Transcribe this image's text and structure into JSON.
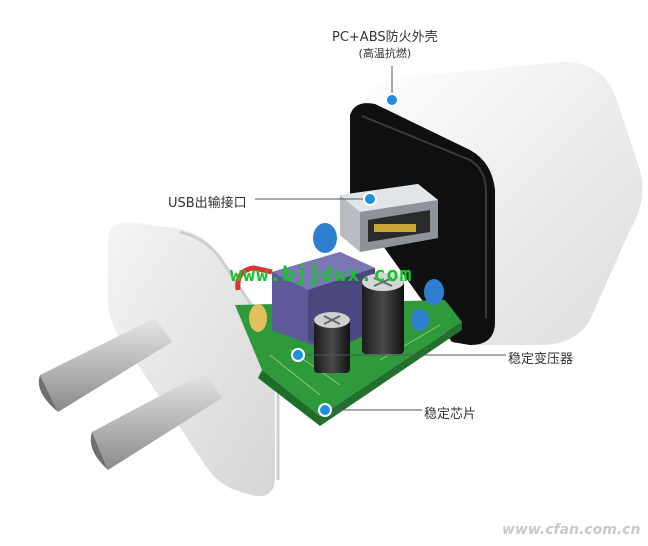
{
  "labels": {
    "shell_line1": "PC+ABS防火外壳",
    "shell_line2": "(高温抗燃)",
    "usb": "USB出输接口",
    "transformer": "稳定变压器",
    "chip": "稳定芯片"
  },
  "watermark": "www.bjjdwx.com",
  "site_mark": "www.cfan.com.cn",
  "colors": {
    "callout_dot": "#1e8fe0",
    "watermark": "#19c42a",
    "pcb": "#2e9a3c",
    "transformer": "#5e5a9a"
  }
}
